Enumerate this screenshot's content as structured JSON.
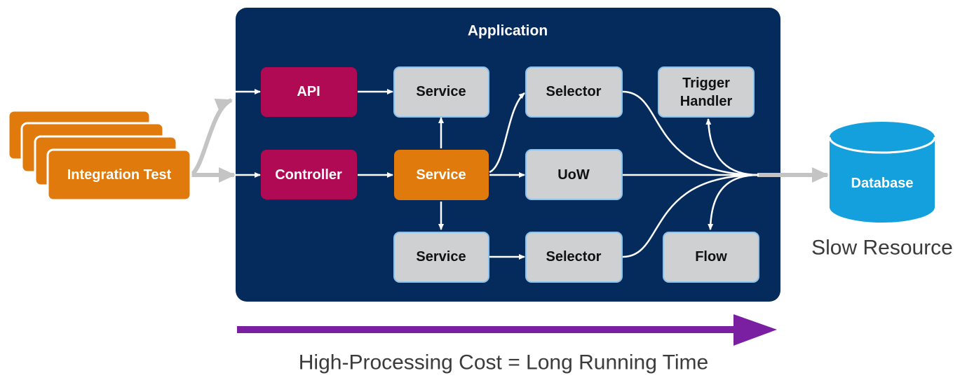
{
  "colors": {
    "app_background": "#042b5c",
    "api_controller": "#b00a55",
    "highlight_service": "#e07a0c",
    "grey_box": "#cfd0d2",
    "grey_box_border": "#8fc3ea",
    "database": "#14a0dc",
    "cost_arrow": "#7b1fa2",
    "connector_grey": "#c4c4c4"
  },
  "application": {
    "title": "Application"
  },
  "integration_test": {
    "label": "Integration Test"
  },
  "nodes": {
    "api": "API",
    "controller": "Controller",
    "service_top": "Service",
    "service_mid": "Service",
    "service_bottom": "Service",
    "selector_top": "Selector",
    "uow": "UoW",
    "selector_bottom": "Selector",
    "trigger_handler_line1": "Trigger",
    "trigger_handler_line2": "Handler",
    "flow": "Flow"
  },
  "database": {
    "label": "Database",
    "caption": "Slow Resource"
  },
  "cost": {
    "label": "High-Processing Cost = Long Running Time"
  }
}
